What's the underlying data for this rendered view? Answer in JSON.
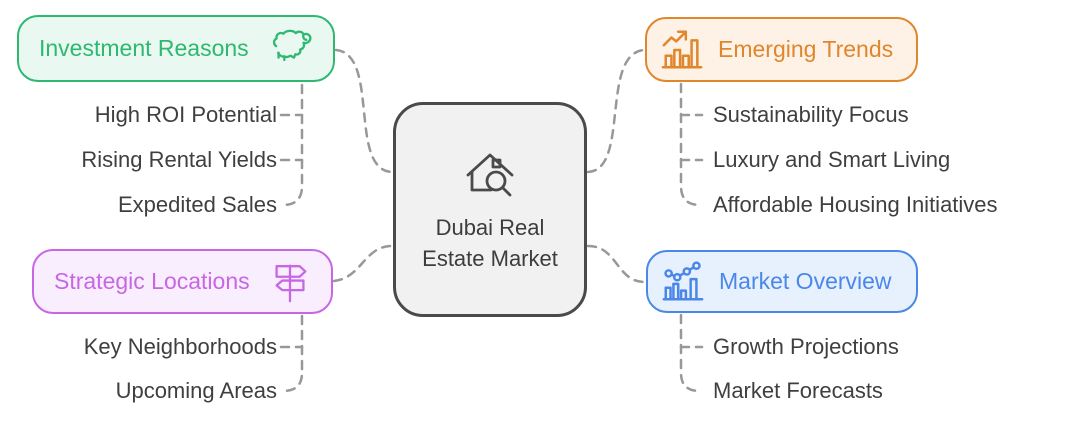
{
  "diagram_title": "Dubai Real Estate Market mind map",
  "center": {
    "label": "Dubai Real Estate Market",
    "icon": "house-search-icon",
    "border_color": "#4a4a4a",
    "background": "#f1f1f1",
    "text_color": "#3d3d3d"
  },
  "branches": [
    {
      "label": "Investment Reasons",
      "icon": "bull-icon",
      "color": "#2eb872",
      "background": "#e9f8f0",
      "children": [
        "High ROI Potential",
        "Rising Rental Yields",
        "Expedited Sales"
      ]
    },
    {
      "label": "Strategic Locations",
      "icon": "signpost-icon",
      "color": "#c767e5",
      "background": "#f9eefd",
      "children": [
        "Key Neighborhoods",
        "Upcoming Areas"
      ]
    },
    {
      "label": "Emerging Trends",
      "icon": "trending-bar-chart-icon",
      "color": "#e0862d",
      "background": "#fdf2e5",
      "children": [
        "Sustainability Focus",
        "Luxury and Smart Living",
        "Affordable Housing Initiatives"
      ]
    },
    {
      "label": "Market Overview",
      "icon": "line-dot-bar-chart-icon",
      "color": "#4a87e8",
      "background": "#e7f0fd",
      "children": [
        "Growth Projections",
        "Market Forecasts"
      ]
    }
  ],
  "styles": {
    "connector_color": "#989898",
    "leaf_text_color": "#3f3f3f"
  }
}
